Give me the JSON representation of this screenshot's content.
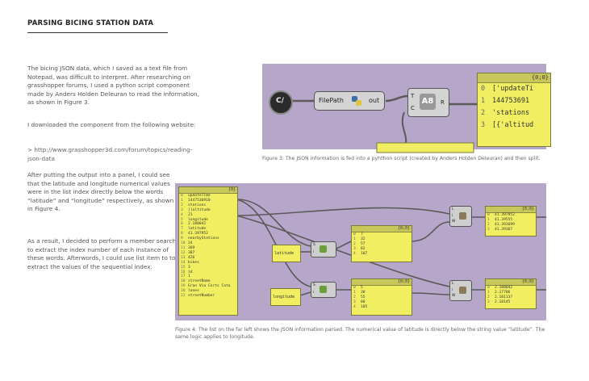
{
  "page": {
    "title": "PARSING BICING STATION DATA",
    "paragraphs": [
      "The bicing JSON data, which I saved as a text file from Notepad, was difficult to interpret. After researching on grasshopper forums, I used a python script component made by Anders Holden Deleuran to read the information, as shown in Figure 3.",
      "I downloaded the component from the following website:",
      "> http://www.grasshopper3d.com/forum/topics/reading-json-data",
      "After putting the output into a panel, I could see that the latitude and longitude numerical values were in the list index directly below the words “latitude” and “longitude” respectively, as shown in Figure 4.",
      "As a result, I decided to perform a member search to extract the index number of each instance of these words. Afterwords, I could use list item to to extract the values of the sequential index."
    ]
  },
  "figure3": {
    "caption": "Figure 3: The JSON information is fed into a pyhthon script (created by Anders Holden Deleuran) and then split.",
    "filepath_label": "FilePath",
    "out_label": "out",
    "ports_left": [
      "T",
      "C"
    ],
    "port_right": "R",
    "panel_header": "{0;0}",
    "panel_rows": [
      {
        "i": "0",
        "t": "['updateTi"
      },
      {
        "i": "1",
        "t": "144753691"
      },
      {
        "i": "2",
        "t": "'stations"
      },
      {
        "i": "3",
        "t": "[{'altitud"
      }
    ]
  },
  "figure4": {
    "caption": "Figure 4: The list on the far left shows the JSON information parsed. The numerical value of latitude is directly below the string value “latitude”. The same logic applies to longitude.",
    "list_header": "{0}",
    "list_rows": [
      {
        "i": "0",
        "t": "updateTime"
      },
      {
        "i": "1",
        "t": "1447536910"
      },
      {
        "i": "2",
        "t": "stations"
      },
      {
        "i": "3",
        "t": "[]altitude"
      },
      {
        "i": "4",
        "t": "21"
      },
      {
        "i": "5",
        "t": "longitude"
      },
      {
        "i": "6",
        "t": "2.180042"
      },
      {
        "i": "7",
        "t": "latitude"
      },
      {
        "i": "8",
        "t": "41.397952"
      },
      {
        "i": "9",
        "t": "nearbyStations"
      },
      {
        "i": "10",
        "t": "24"
      },
      {
        "i": "11",
        "t": "369"
      },
      {
        "i": "12",
        "t": "387"
      },
      {
        "i": "13",
        "t": "426"
      },
      {
        "i": "14",
        "t": "bikes"
      },
      {
        "i": "15",
        "t": "3"
      },
      {
        "i": "16",
        "t": "id"
      },
      {
        "i": "17",
        "t": "1"
      },
      {
        "i": "18",
        "t": "streetName"
      },
      {
        "i": "19",
        "t": "Gran Via Corts Cata"
      },
      {
        "i": "20",
        "t": "lanes"
      },
      {
        "i": "21",
        "t": "streetNumber"
      }
    ],
    "latitude_label": "latitude",
    "longitude_label": "longitude",
    "idx_panel_lat": {
      "header": "{0;0}",
      "rows": [
        {
          "i": "0",
          "t": "7"
        },
        {
          "i": "1",
          "t": "32"
        },
        {
          "i": "2",
          "t": "57"
        },
        {
          "i": "3",
          "t": "82"
        },
        {
          "i": "4",
          "t": "107"
        }
      ]
    },
    "idx_panel_lon": {
      "header": "{0;0}",
      "rows": [
        {
          "i": "0",
          "t": "5"
        },
        {
          "i": "1",
          "t": "30"
        },
        {
          "i": "2",
          "t": "55"
        },
        {
          "i": "3",
          "t": "80"
        },
        {
          "i": "4",
          "t": "105"
        }
      ]
    },
    "val_panel_lat": {
      "header": "{0;0}",
      "rows": [
        {
          "i": "0",
          "t": "41.397952"
        },
        {
          "i": "1",
          "t": "41.39555"
        },
        {
          "i": "2",
          "t": "41.393699"
        },
        {
          "i": "3",
          "t": "41.39367"
        }
      ]
    },
    "val_panel_lon": {
      "header": "{0;0}",
      "rows": [
        {
          "i": "0",
          "t": "2.180042"
        },
        {
          "i": "1",
          "t": "2.17706"
        },
        {
          "i": "2",
          "t": "2.181137"
        },
        {
          "i": "3",
          "t": "2.18145"
        }
      ]
    },
    "port_letters": {
      "s": "S",
      "i": "i",
      "l": "L",
      "w": "W"
    }
  },
  "colors": {
    "canvas": "#b6a6c9",
    "panel": "#f1ef61",
    "wire": "#5a5a5a"
  }
}
